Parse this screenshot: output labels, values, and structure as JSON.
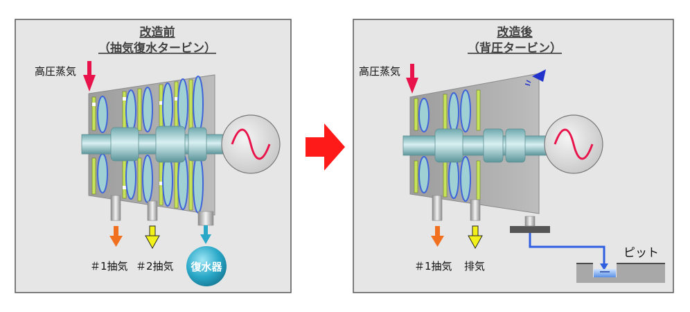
{
  "panels": {
    "before": {
      "title_line1": "改造前",
      "title_line2": "（抽気復水タービン）",
      "steam_label": "高圧蒸気",
      "extraction1_label": "＃1抽気",
      "extraction2_label": "＃2抽気",
      "condenser_label": "復水器"
    },
    "after": {
      "title_line1": "改造後",
      "title_line2": "（背圧タービン）",
      "steam_label": "高圧蒸気",
      "extraction1_label": "＃1抽気",
      "exhaust_label": "排気",
      "pit_label": "ピット"
    }
  },
  "colors": {
    "panel_bg": "#e6e6e6",
    "casing": "#a8a8a8",
    "rotor": "#8ec8cc",
    "blade_yellow": "#c6e35a",
    "blade_blue": "#3f63d8",
    "steam_arrow": "#e8134a",
    "extraction1_arrow": "#f07020",
    "extraction2_arrow": "#f2f21a",
    "transition_arrow": "#ff1a1a",
    "condenser": "#2aa8c8",
    "water_line": "#2f5fe0"
  },
  "icons": {
    "generator": "sine-wave-icon",
    "leak": "nozzle-icon"
  }
}
